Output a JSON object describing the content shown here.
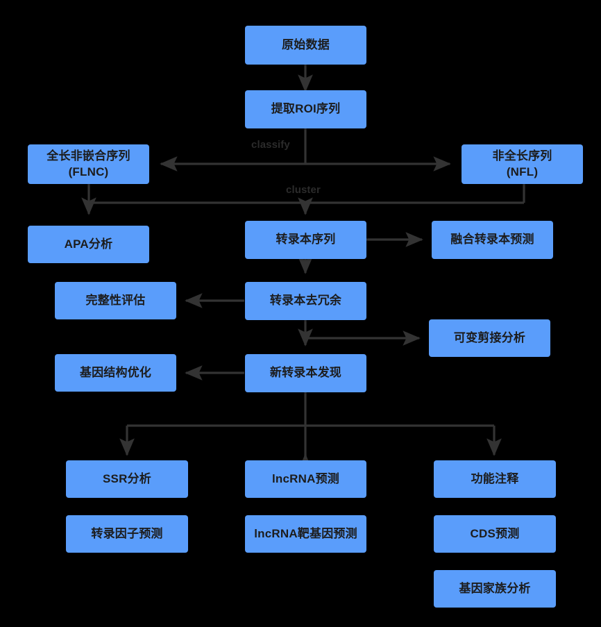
{
  "diagram": {
    "title": "Full-length transcriptome analysis workflow",
    "background_color": "#000000",
    "node_color": "#5a9dfb",
    "edge_color": "#333333",
    "text_color": "#1c1c1c"
  },
  "nodes": {
    "raw_data": "原始数据",
    "extract_roi": "提取ROI序列",
    "flnc_line1": "全长非嵌合序列",
    "flnc_line2": "(FLNC)",
    "nfl_line1": "非全长序列",
    "nfl_line2": "(NFL)",
    "apa": "APA分析",
    "transcript_seq": "转录本序列",
    "fusion_pred": "融合转录本预测",
    "completeness": "完整性评估",
    "dedup": "转录本去冗余",
    "alt_splicing": "可变剪接分析",
    "gene_structure": "基因结构优化",
    "novel_transcript": "新转录本发现",
    "ssr": "SSR分析",
    "lncrna_pred": "lncRNA预测",
    "func_annotation": "功能注释",
    "tf_pred": "转录因子预测",
    "lncrna_target": "lncRNA靶基因预测",
    "cds_pred": "CDS预测",
    "gene_family": "基因家族分析"
  },
  "edge_labels": {
    "classify": "classify",
    "cluster": "cluster"
  }
}
